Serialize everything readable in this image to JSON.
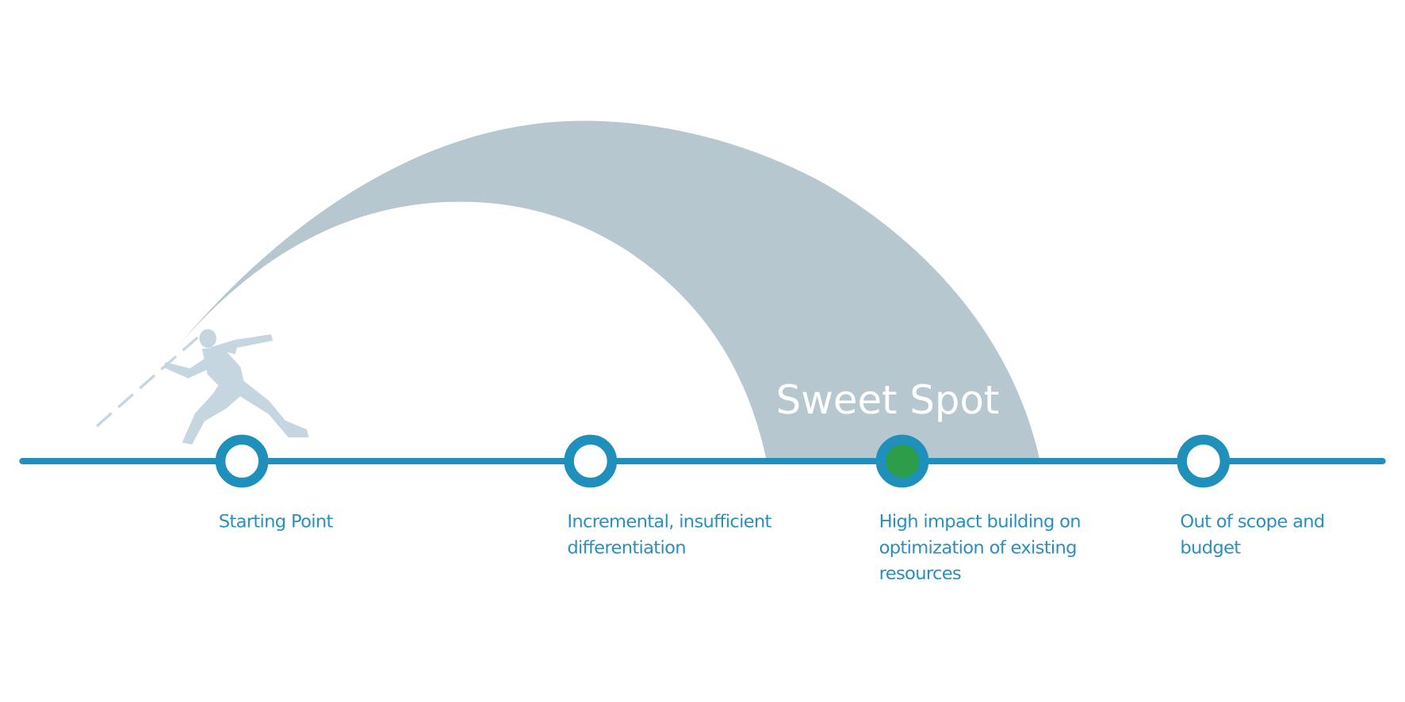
{
  "diagram": {
    "highlight_label": "Sweet Spot",
    "colors": {
      "line": "#1f90bb",
      "arc": "#b6c7cf",
      "figure": "#c6d6e1",
      "label": "#2a8fbf",
      "sweet_fill": "#2c9e4a"
    },
    "nodes": [
      {
        "lines": [
          "Starting Point"
        ],
        "filled": false
      },
      {
        "lines": [
          "Incremental, insufficient",
          "differentiation"
        ],
        "filled": false
      },
      {
        "lines": [
          "High impact building on",
          "optimization of existing",
          "resources"
        ],
        "filled": true
      },
      {
        "lines": [
          "Out of scope and",
          "budget"
        ],
        "filled": false
      }
    ]
  }
}
